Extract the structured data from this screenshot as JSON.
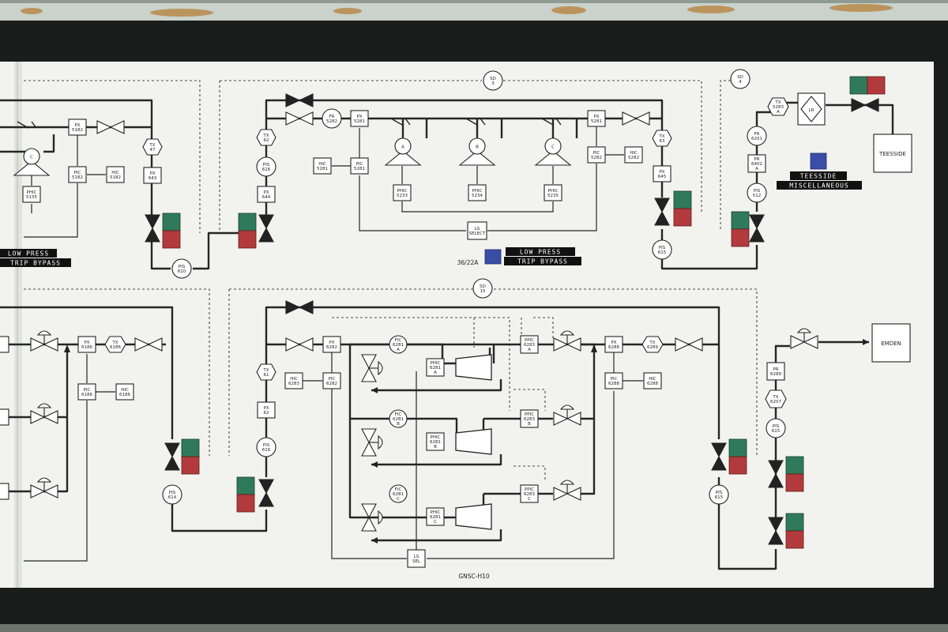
{
  "colors": {
    "wall": "#8f9a93",
    "frame": "#1b1d1c",
    "panel": "#f2f3ee",
    "green_lamp": "#2f7a5a",
    "red_lamp": "#b33a3c",
    "blue_lamp": "#3a4ea8",
    "rust": "#b98a4a"
  },
  "sd_markers": [
    {
      "id": "sd3",
      "line1": "SD",
      "line2": "3"
    },
    {
      "id": "sd4",
      "line1": "SD",
      "line2": "4"
    },
    {
      "id": "sd15",
      "line1": "SD",
      "line2": "15"
    }
  ],
  "destinations": {
    "teesside": "TEESSIDE",
    "emden": "EMDEN",
    "lr": "LR"
  },
  "tags": {
    "low_press_left_1": "LOW PRESS",
    "low_press_left_2": "TRIP BYPASS",
    "low_press_center_1": "LOW PRESS",
    "low_press_center_2": "TRIP BYPASS",
    "teesside_misc_1": "TEESSIDE",
    "teesside_misc_2": "MISCELLANEOUS"
  },
  "labels": {
    "drawing_ref": "36/22A",
    "board_ref": "GNSC-H10"
  },
  "compressors_top": [
    {
      "id": "comp-top-a",
      "letter": "A",
      "controller": [
        "PHIC",
        "5233"
      ]
    },
    {
      "id": "comp-top-b",
      "letter": "B",
      "controller": [
        "PHIC",
        "5234"
      ]
    },
    {
      "id": "comp-top-c",
      "letter": "C",
      "controller": [
        "PHIC",
        "5235"
      ]
    }
  ],
  "compressors_bottom": [
    {
      "id": "comp-bot-a",
      "fic": [
        "FIC",
        "6281",
        "A"
      ],
      "phic": [
        "PHIC",
        "6281",
        "A"
      ],
      "ppic": [
        "PPIC",
        "6283",
        "A"
      ]
    },
    {
      "id": "comp-bot-b",
      "fic": [
        "FIC",
        "6281",
        "B"
      ],
      "phic": [
        "PHIC",
        "6281",
        "B"
      ],
      "ppic": [
        "PPIC",
        "6283",
        "B"
      ]
    },
    {
      "id": "comp-bot-c",
      "fic": [
        "FIC",
        "6281",
        "C"
      ],
      "phic": [
        "PHIC",
        "6281",
        "C"
      ],
      "ppic": [
        "PPIC",
        "6283",
        "C"
      ]
    }
  ],
  "instruments": {
    "px5182": [
      "PX",
      "5182"
    ],
    "pic5182": [
      "PIC",
      "5182"
    ],
    "hic5182": [
      "HIC",
      "5182"
    ],
    "phic5135": [
      "PHIC",
      "5135"
    ],
    "tx47": [
      "TX",
      "47"
    ],
    "px643": [
      "PX",
      "643"
    ],
    "left_compressor": "C",
    "tx62": [
      "TX",
      "62"
    ],
    "pis616": [
      "PIS",
      "616"
    ],
    "px644": [
      "PX",
      "644"
    ],
    "pis610": [
      "PIS",
      "610"
    ],
    "fr5282": [
      "FR",
      "5282"
    ],
    "px5281": [
      "PX",
      "5281"
    ],
    "hic5281": [
      "HIC",
      "5281"
    ],
    "pic5281": [
      "PIC",
      "5281"
    ],
    "px5281b": [
      "PX",
      "5281"
    ],
    "pic5282": [
      "PIC",
      "5282"
    ],
    "hic5282": [
      "HIC",
      "5282"
    ],
    "ls_select": [
      "LS",
      "SELECT"
    ],
    "tx63": [
      "TX",
      "63"
    ],
    "px645": [
      "PX",
      "645"
    ],
    "pis615": [
      "PIS",
      "615"
    ],
    "tx5283": [
      "TX",
      "5283",
      "A"
    ],
    "fr6201": [
      "FR",
      "6201"
    ],
    "pr6402": [
      "PR",
      "6402",
      "A"
    ],
    "pis512": [
      "PIS",
      "512"
    ],
    "px6186": [
      "PX",
      "6186"
    ],
    "tx6186": [
      "TX",
      "6186"
    ],
    "pic6186": [
      "PIC",
      "6186"
    ],
    "hic6186": [
      "HIC",
      "6186"
    ],
    "pis614": [
      "PIS",
      "614"
    ],
    "tx61": [
      "TX",
      "61"
    ],
    "px62": [
      "PX",
      "62"
    ],
    "pis616b": [
      "PIS",
      "616"
    ],
    "hic6283": [
      "HIC",
      "6283"
    ],
    "px6282": [
      "PX",
      "6282"
    ],
    "pic6282": [
      "PIC",
      "6282"
    ],
    "ls_sel": [
      "LS",
      "SEL"
    ],
    "px6288": [
      "PX",
      "6288"
    ],
    "tx6289": [
      "TX",
      "6289"
    ],
    "pic6288": [
      "PIC",
      "6288"
    ],
    "hic6288": [
      "HIC",
      "6288"
    ],
    "pis615b": [
      "PIS",
      "615"
    ],
    "pr6289": [
      "PR",
      "6289"
    ],
    "tx6207": [
      "TX",
      "6207"
    ],
    "pis615c": [
      "PIS",
      "615"
    ]
  }
}
